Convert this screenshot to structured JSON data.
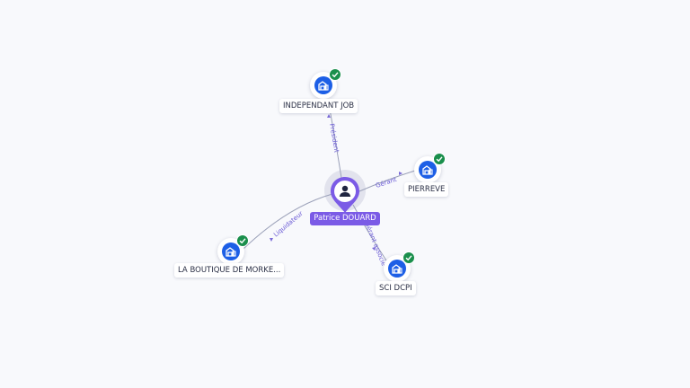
{
  "center": {
    "name": "Patrice DOUARD",
    "icon": "person-icon",
    "color": "#7b5be6"
  },
  "companies": [
    {
      "id": "independant-job",
      "name": "INDEPENDANT JOB",
      "icon": "building-icon",
      "verified": true,
      "role": "Président"
    },
    {
      "id": "pierreve",
      "name": "PIERREVE",
      "icon": "building-icon",
      "verified": true,
      "role": "Gérant"
    },
    {
      "id": "sci-dcpi",
      "name": "SCI DCPI",
      "icon": "building-icon",
      "verified": true,
      "role": "Gérant associé"
    },
    {
      "id": "la-boutique",
      "name": "LA BOUTIQUE DE MORKE...",
      "icon": "building-icon",
      "verified": true,
      "role": "Liquidateur"
    }
  ],
  "colors": {
    "company_icon": "#1d5fe6",
    "verified_badge": "#1a8f4c",
    "edge_label": "#6b5bd6",
    "background": "#f8f9fc"
  }
}
